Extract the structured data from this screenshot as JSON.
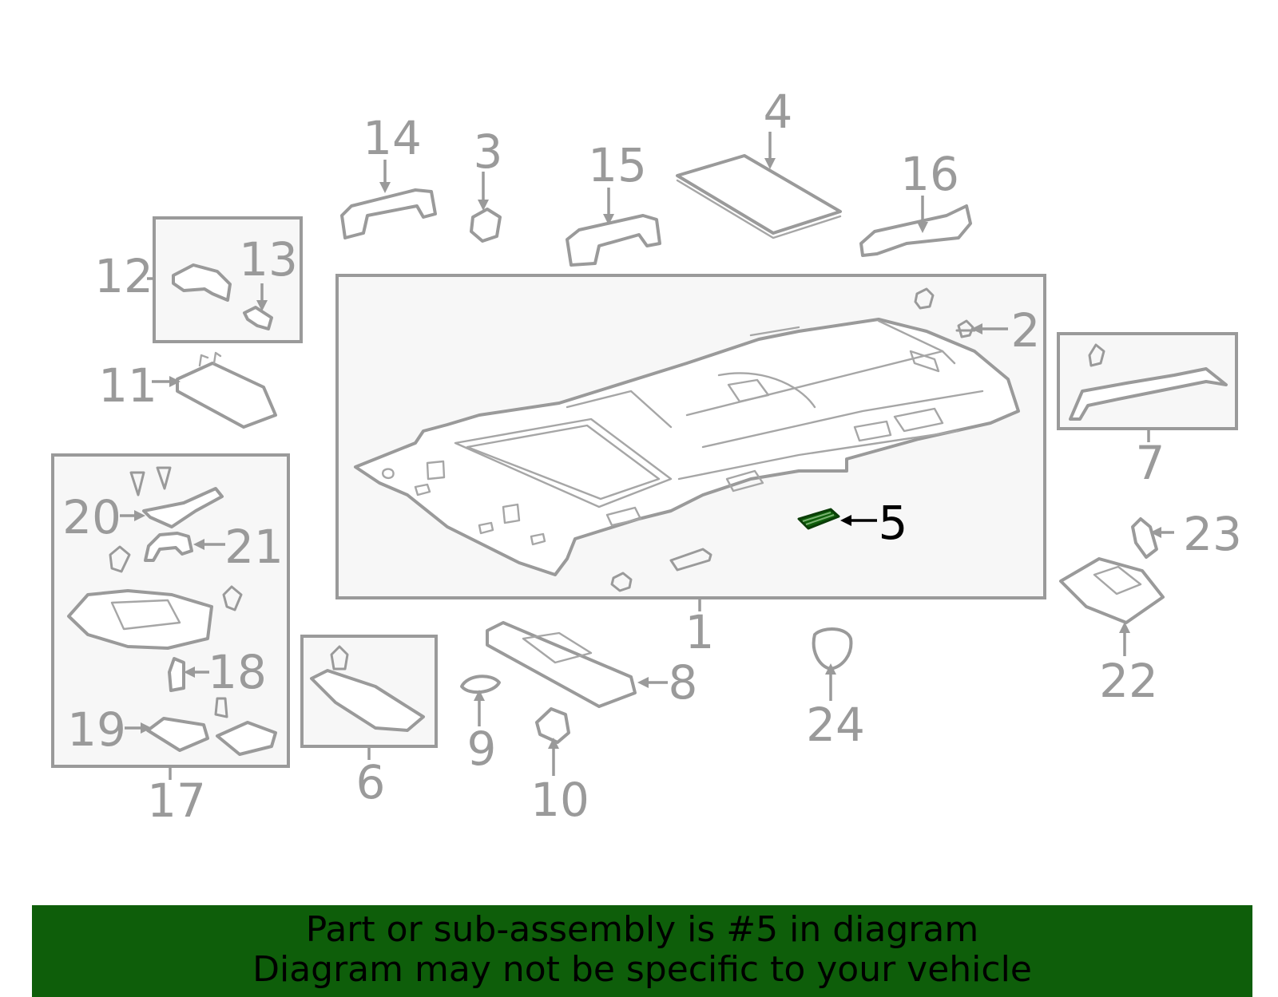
{
  "callouts": {
    "c1": "1",
    "c2": "2",
    "c3": "3",
    "c4": "4",
    "c5": "5",
    "c6": "6",
    "c7": "7",
    "c8": "8",
    "c9": "9",
    "c10": "10",
    "c11": "11",
    "c12": "12",
    "c13": "13",
    "c14": "14",
    "c15": "15",
    "c16": "16",
    "c17": "17",
    "c18": "18",
    "c19": "19",
    "c20": "20",
    "c21": "21",
    "c22": "22",
    "c23": "23",
    "c24": "24"
  },
  "highlight": {
    "part": "5",
    "color": "#0e5e0a"
  },
  "banner": {
    "line1": "Part or sub-assembly is #5 in diagram",
    "line2": "Diagram may not be specific to your vehicle",
    "background": "#0e5e0a"
  }
}
